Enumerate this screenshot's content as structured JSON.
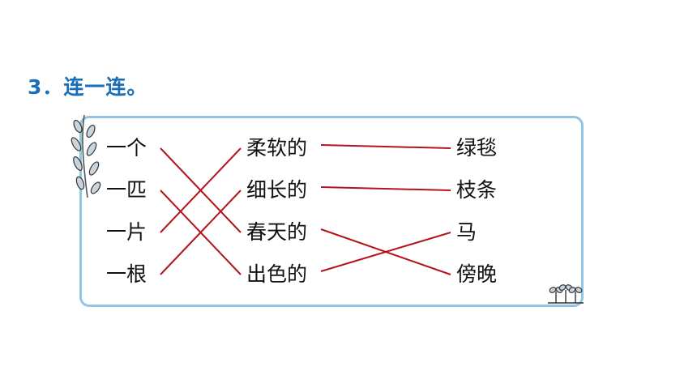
{
  "title": "3．连一连。",
  "columns": {
    "measure_words": [
      "一个",
      "一匹",
      "一片",
      "一根"
    ],
    "adjectives": [
      "柔软的",
      "细长的",
      "春天的",
      "出色的"
    ],
    "nouns": [
      "绿毯",
      "枝条",
      "马",
      "傍晚"
    ]
  },
  "connections": {
    "measure_to_adjective": [
      [
        0,
        2
      ],
      [
        1,
        3
      ],
      [
        2,
        0
      ],
      [
        3,
        1
      ]
    ],
    "adjective_to_noun": [
      [
        0,
        0
      ],
      [
        1,
        1
      ],
      [
        2,
        3
      ],
      [
        3,
        2
      ]
    ]
  },
  "colors": {
    "title": "#1a6fb8",
    "line": "#b3141c",
    "border": "#8fc6e6"
  },
  "decorations": [
    "willow-branch-icon",
    "sprout-icon"
  ]
}
